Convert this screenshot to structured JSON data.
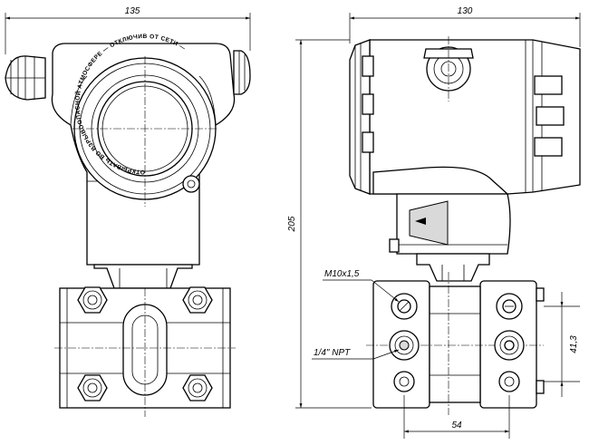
{
  "dimensions": {
    "front_width": "135",
    "side_width": "130",
    "overall_height": "205",
    "bolt_spacing_vertical": "41,3",
    "flange_bolt_spacing": "54"
  },
  "callouts": {
    "drain_thread": "M10x1,5",
    "process_thread": "1/4\" NPT"
  },
  "cover_inscription": "ОТКРЫВАТЬ ВО ВЗРЫВООПАСНОЙ АТМОСФЕРЕ — ОТКЛЮЧИВ ОТ СЕТИ —"
}
